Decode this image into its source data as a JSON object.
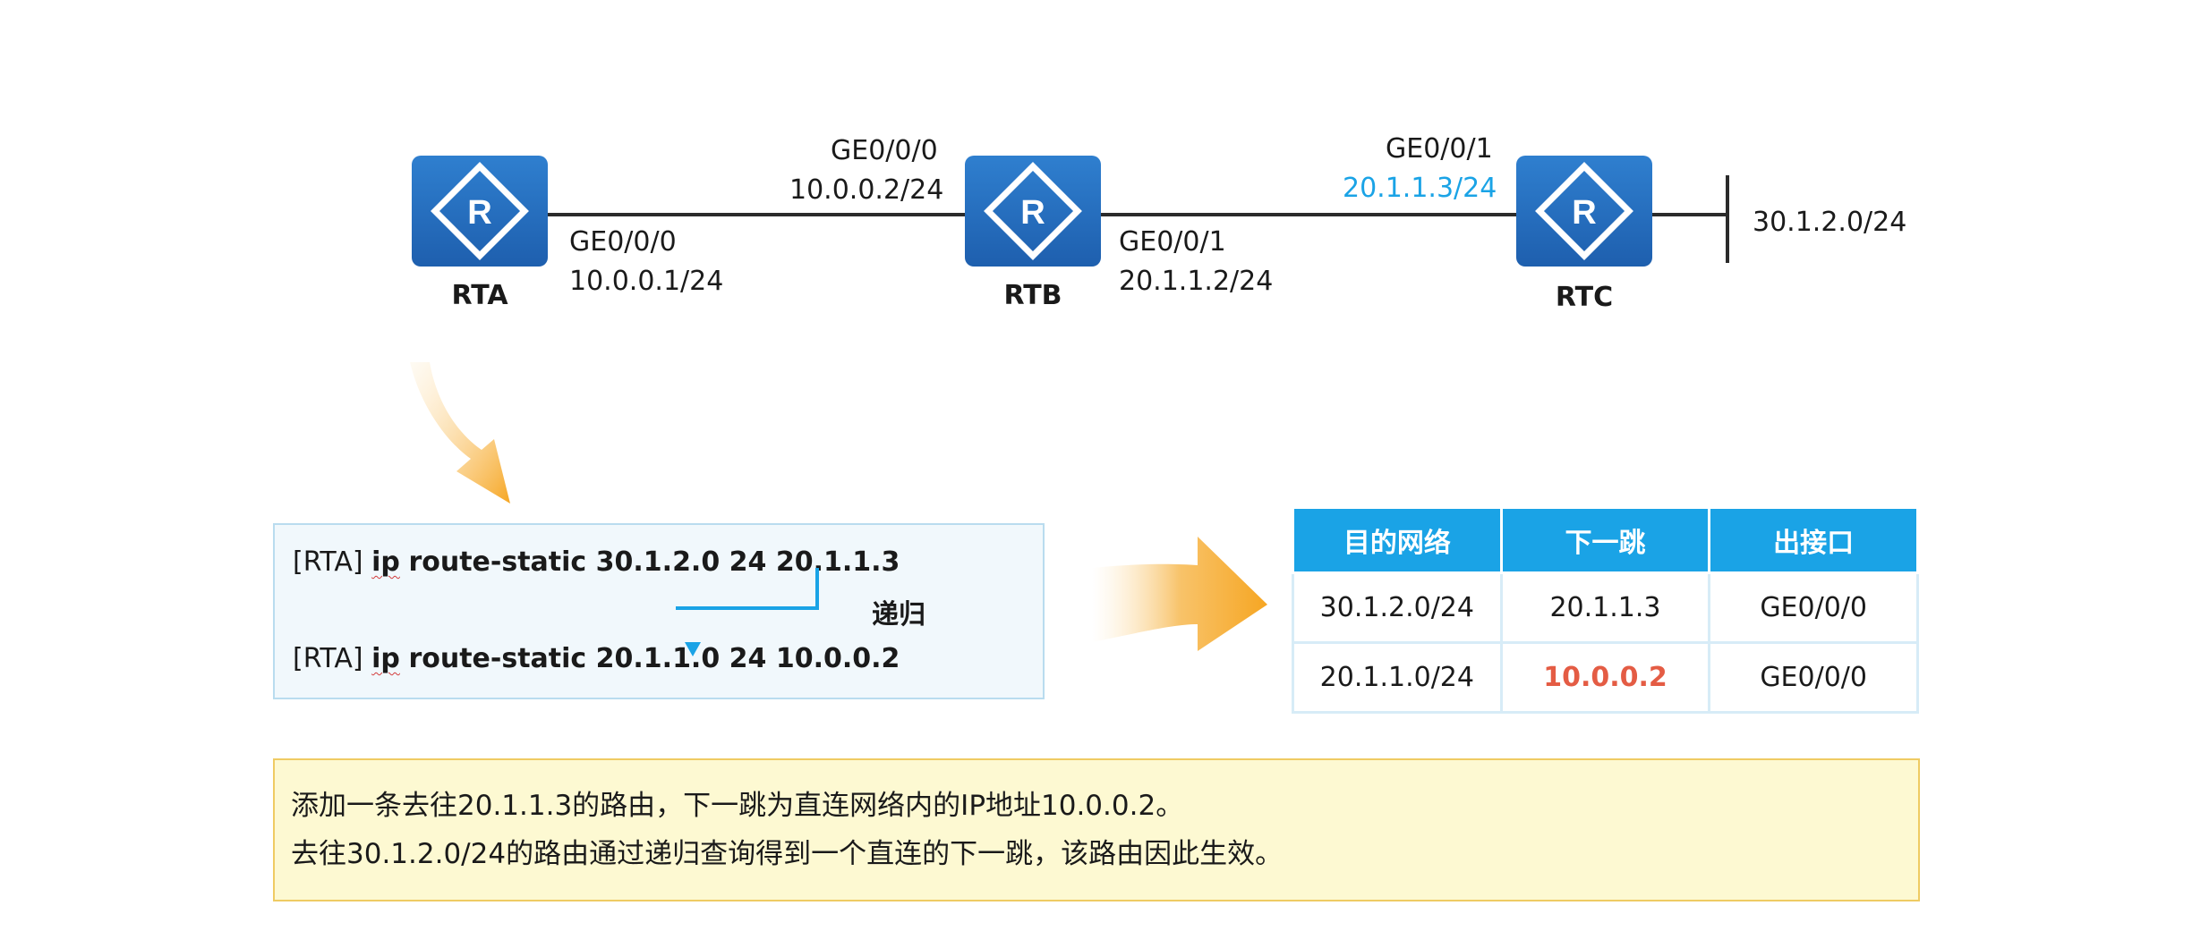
{
  "topology": {
    "routers": [
      {
        "name": "RTA",
        "icon": "router-icon"
      },
      {
        "name": "RTB",
        "icon": "router-icon"
      },
      {
        "name": "RTC",
        "icon": "router-icon"
      }
    ],
    "rta_if": "GE0/0/0",
    "rta_ip": "10.0.0.1/24",
    "rtb_if_left": "GE0/0/0",
    "rtb_ip_left": "10.0.0.2/24",
    "rtb_if_right": "GE0/0/1",
    "rtb_ip_right": "20.1.1.2/24",
    "rtc_if": "GE0/0/1",
    "rtc_ip": "20.1.1.3/24",
    "network": "30.1.2.0/24",
    "highlight_color": "#1aa3e6"
  },
  "commands": {
    "prompt": "[RTA]",
    "keyword": "ip",
    "line1_rest": "route-static 30.1.2.0 24 20.1.1.3",
    "line2_rest": "route-static 20.1.1.0 24 10.0.0.2",
    "recursion_label": "递归"
  },
  "route_table": {
    "headers": [
      "目的网络",
      "下一跳",
      "出接口"
    ],
    "rows": [
      [
        "30.1.2.0/24",
        "20.1.1.3",
        "GE0/0/0"
      ],
      [
        "20.1.1.0/24",
        "10.0.0.2",
        "GE0/0/0"
      ]
    ],
    "header_color": "#1aa3e6",
    "highlight_color": "#e45c44"
  },
  "note": {
    "line1": "添加一条去往20.1.1.3的路由，下一跳为直连网络内的IP地址10.0.0.2。",
    "line2": "去往30.1.2.0/24的路由通过递归查询得到一个直连的下一跳，该路由因此生效。"
  }
}
